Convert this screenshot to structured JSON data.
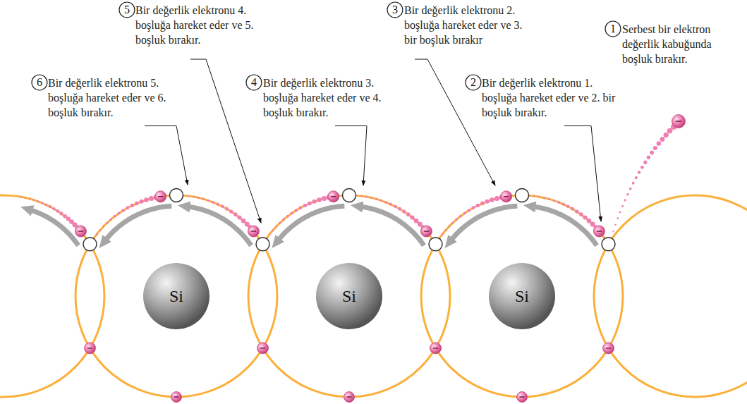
{
  "diagram": {
    "nodes": [
      {
        "text": [
          "5"
        ]
      },
      {
        "text": [
          "3"
        ]
      },
      {
        "text": [
          "1"
        ]
      },
      {
        "text": [
          "6"
        ]
      },
      {
        "text": [
          "4"
        ]
      },
      {
        "text": [
          "2"
        ]
      },
      {
        "text": [
          "Si"
        ]
      },
      {
        "text": [
          "Si"
        ]
      },
      {
        "text": [
          "Si"
        ]
      }
    ],
    "labels": [
      "Bir değerlik elektronu 4. boşluğa hareket eder ve 5. boşluk bırakır.",
      "Bir değerlik elektronu 2. boşluğa hareket eder ve 3. bir boşluk bırakır",
      "Serbest bir elektron değerlik kabuğunda boşluk bırakır.",
      "Bir değerlik elektronu 5. boşluğa hareket eder ve 6. boşluk bırakır.",
      "Bir değerlik elektronu 3. boşluğa hareket eder ve 4. boşluk bırakır.",
      "Bir değerlik elektronu 1. boşluğa hareket eder ve 2. bir boşluk bırakır."
    ]
  }
}
